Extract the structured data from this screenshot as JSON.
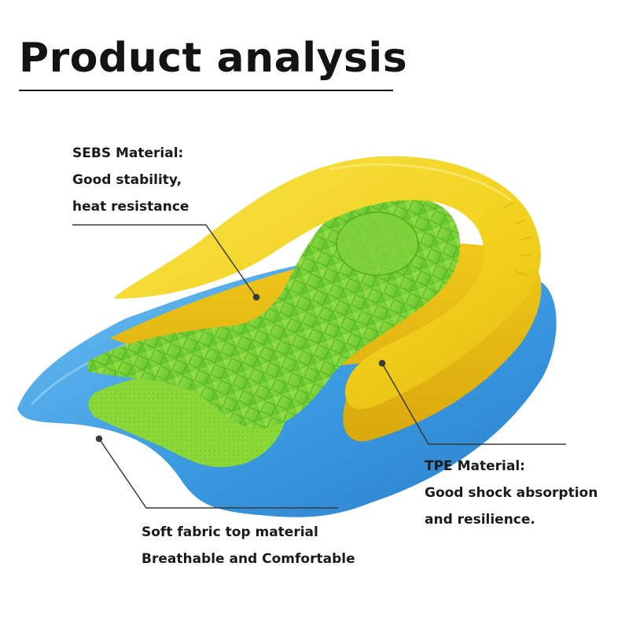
{
  "title": "Product analysis",
  "callouts": {
    "sebs": {
      "heading": "SEBS Material:",
      "line1": "Good stability,",
      "line2": "heat resistance"
    },
    "tpe": {
      "heading": "TPE Material:",
      "line1": "Good shock absorption",
      "line2": "and resilience."
    },
    "fabric": {
      "line1": "Soft fabric top material",
      "line2": "Breathable and Comfortable"
    }
  },
  "colors": {
    "blue_base": "#3a9ae0",
    "yellow_layer": "#f2d21e",
    "green_pad": "#7cd633",
    "green_fabric": "#8fdc3c",
    "leader_lines": "#3a3a3a"
  }
}
